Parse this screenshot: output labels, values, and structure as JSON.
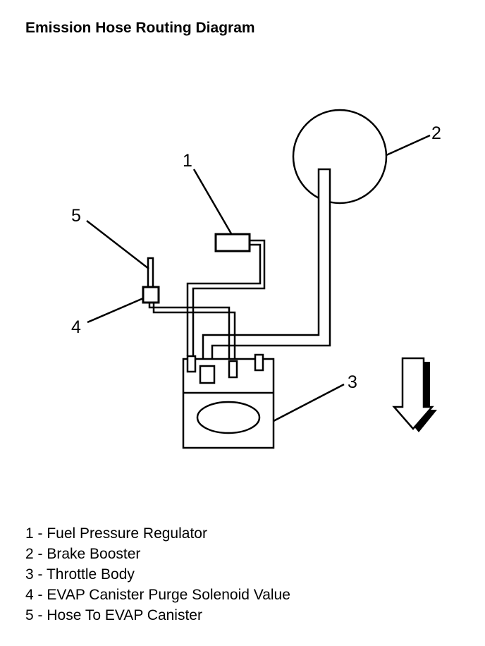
{
  "title": "Emission Hose Routing Diagram",
  "callouts": {
    "c1": "1",
    "c2": "2",
    "c3": "3",
    "c4": "4",
    "c5": "5"
  },
  "legend": [
    {
      "key": "1",
      "sep": " - ",
      "label": "Fuel Pressure Regulator"
    },
    {
      "key": "2",
      "sep": " - ",
      "label": "Brake Booster"
    },
    {
      "key": "3",
      "sep": " - ",
      "label": "Throttle Body"
    },
    {
      "key": "4",
      "sep": " - ",
      "label": "EVAP Canister Purge Solenoid Value"
    },
    {
      "key": "5",
      "sep": " - ",
      "label": "Hose To EVAP Canister"
    }
  ],
  "colors": {
    "ink": "#000000",
    "paper": "#ffffff"
  }
}
